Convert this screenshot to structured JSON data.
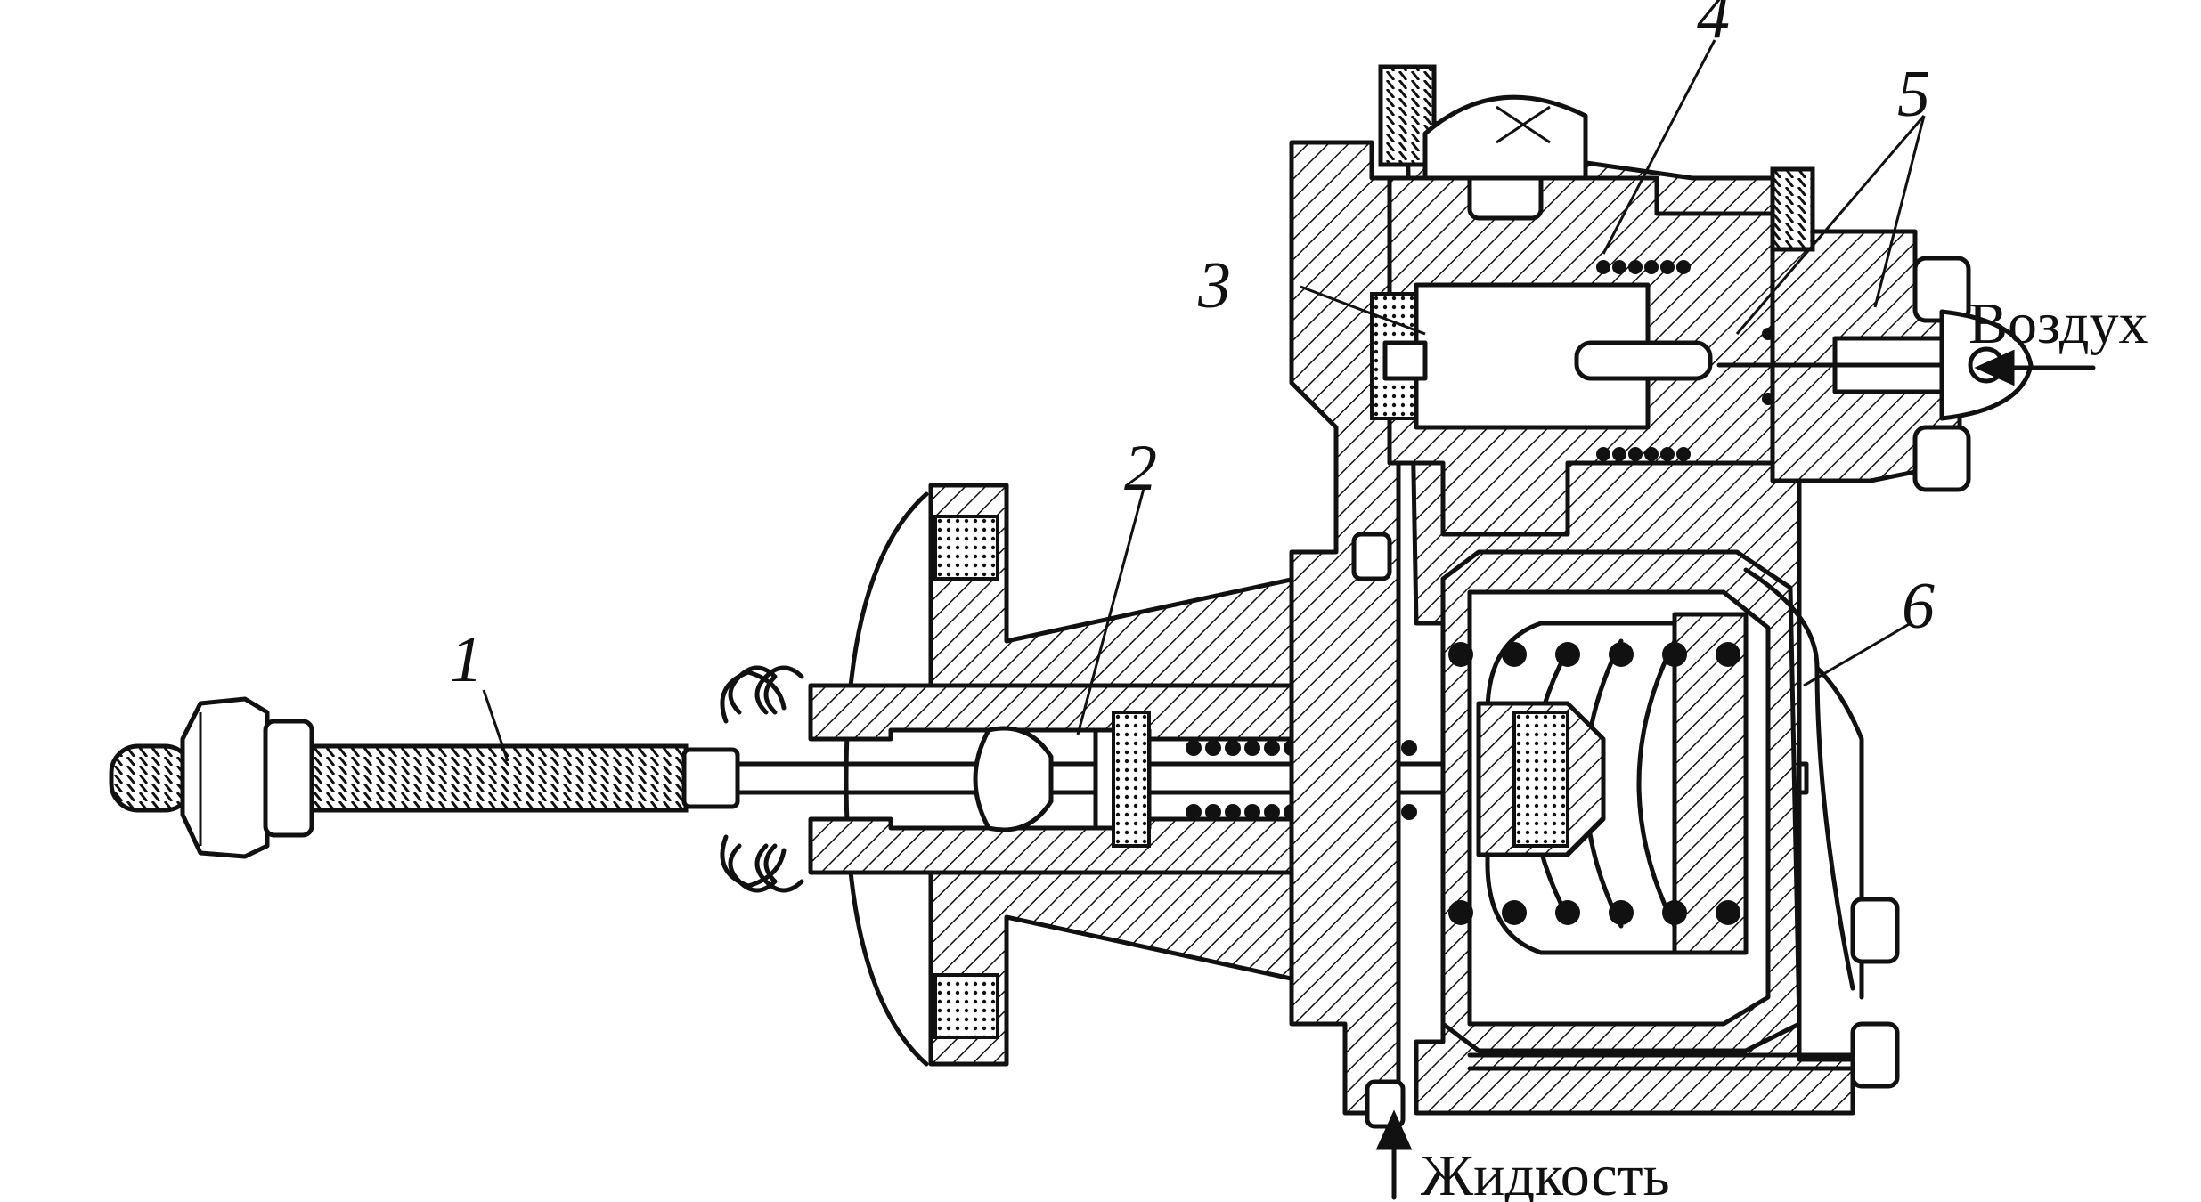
{
  "labels": {
    "c1": "1",
    "c2": "2",
    "c3": "3",
    "c4": "4",
    "c5": "5",
    "c6": "6"
  },
  "flows": {
    "air": "Воздух",
    "liquid": "Жидкость"
  }
}
